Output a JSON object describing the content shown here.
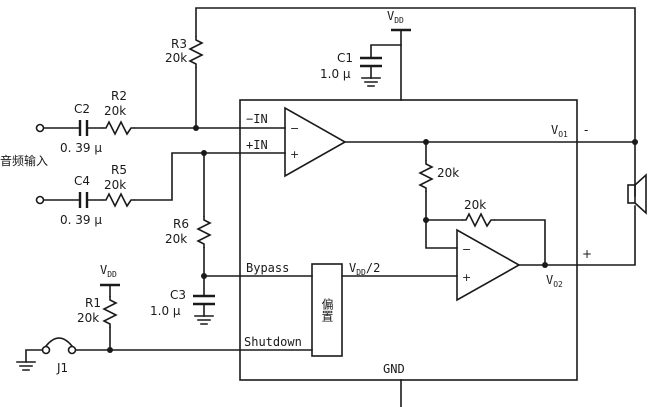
{
  "labels": {
    "vdd_main": "V",
    "vdd_main_sub": "DD",
    "c1_name": "C1",
    "c1_value": "1.0 μ",
    "r3_name": "R3",
    "r3_value": "20k",
    "c2_name": "C2",
    "c2_value": "0. 39 μ",
    "r2_name": "R2",
    "r2_value": "20k",
    "c4_name": "C4",
    "c4_value": "0. 39 μ",
    "r5_name": "R5",
    "r5_value": "20k",
    "r6_name": "R6",
    "r6_value": "20k",
    "c3_name": "C3",
    "c3_value": "1.0 μ",
    "r1_name": "R1",
    "r1_value": "20k",
    "vdd_r1": "V",
    "vdd_r1_sub": "DD",
    "j1_name": "J1",
    "audio_input": "音频输入",
    "pin_in_minus": "−IN",
    "pin_in_plus": "+IN",
    "pin_bypass": "Bypass",
    "pin_shutdown": "Shutdown",
    "pin_gnd": "GND",
    "vdd_half": "V",
    "vdd_half_sub": "DD",
    "vdd_half_suffix": "/2",
    "vo1": "V",
    "vo1_sub": "O1",
    "vo2": "V",
    "vo2_sub": "O2",
    "feedback_res_1": "20k",
    "feedback_res_2": "20k",
    "bias_block": "偏置",
    "amp1_minus": "−",
    "amp1_plus": "+",
    "amp2_minus": "−",
    "amp2_plus": "+",
    "spk_minus": "-",
    "spk_plus": "+"
  }
}
